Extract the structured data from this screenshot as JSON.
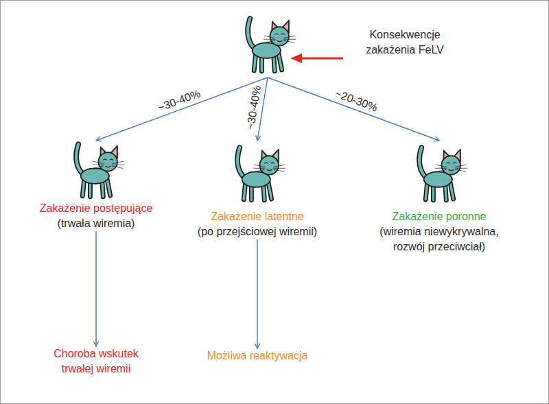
{
  "diagram": {
    "nodes": [
      {
        "text": [
          "Konsekwencje zakażenia FeLV"
        ]
      },
      {
        "text": [
          "Zakażenie postępujące",
          "(trwała wiremia)"
        ]
      },
      {
        "text": [
          "Zakażenie latentne",
          "(po przejściowej wiremii)"
        ]
      },
      {
        "text": [
          "Zakażenie poronne",
          "(wiremia niewykrywalna, rozwój przeciwciał)"
        ]
      },
      {
        "text": [
          "Choroba wskutek trwałej wiremii"
        ]
      },
      {
        "text": [
          "Możliwa reaktywacja"
        ]
      }
    ],
    "edges": [
      {
        "from": 0,
        "to": 1,
        "label": "~30-40%",
        "arrow": "to"
      },
      {
        "from": 0,
        "to": 2,
        "label": "~30-40%",
        "arrow": "to"
      },
      {
        "from": 0,
        "to": 3,
        "label": "~20-30%",
        "arrow": "to"
      },
      {
        "from": 1,
        "to": 4,
        "arrow": "to"
      },
      {
        "from": 2,
        "to": 5,
        "arrow": "to"
      }
    ]
  }
}
